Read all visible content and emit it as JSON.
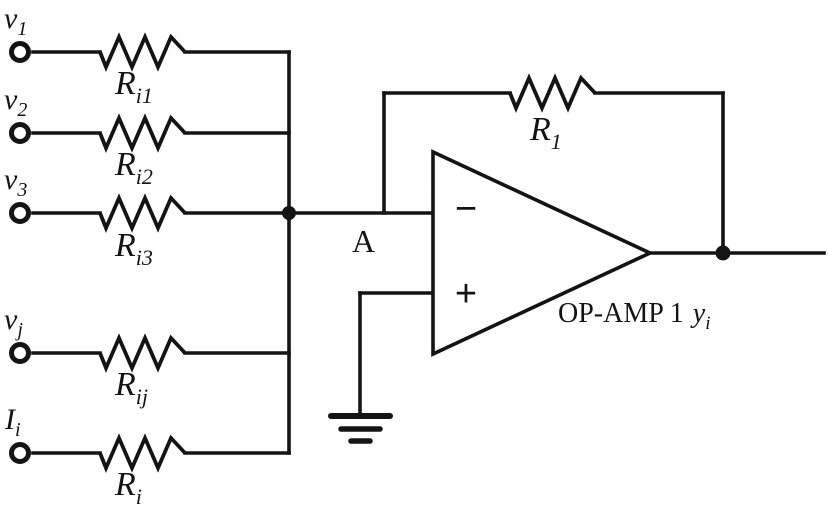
{
  "colors": {
    "line": "#141414",
    "background": "#ffffff"
  },
  "inputs": [
    {
      "terminal": {
        "base": "v",
        "sub": "1"
      },
      "resistor": {
        "base": "R",
        "sub": "i1"
      }
    },
    {
      "terminal": {
        "base": "v",
        "sub": "2"
      },
      "resistor": {
        "base": "R",
        "sub": "i2"
      }
    },
    {
      "terminal": {
        "base": "v",
        "sub": "3"
      },
      "resistor": {
        "base": "R",
        "sub": "i3"
      }
    },
    {
      "terminal": {
        "base": "v",
        "sub": "j"
      },
      "resistor": {
        "base": "R",
        "sub": "ij"
      }
    },
    {
      "terminal": {
        "base": "I",
        "sub": "i"
      },
      "resistor": {
        "base": "R",
        "sub": "i"
      }
    }
  ],
  "node": {
    "label": "A"
  },
  "feedback": {
    "resistor": {
      "base": "R",
      "sub": "1"
    }
  },
  "opamp": {
    "label": "OP-AMP 1",
    "output_var": {
      "base": "y",
      "sub": "i"
    },
    "inverting_sign": "−",
    "noninverting_sign": "+"
  }
}
